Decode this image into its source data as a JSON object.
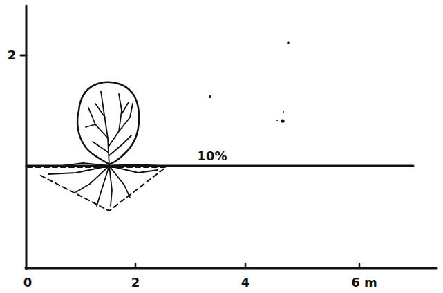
{
  "diagram": {
    "labels": [
      "2",
      "10%",
      "0",
      "2",
      "4",
      "6 m"
    ]
  }
}
